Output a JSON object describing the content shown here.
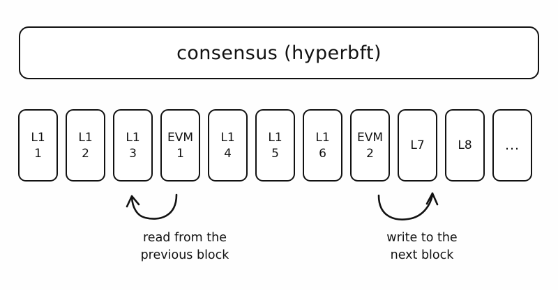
{
  "diagram": {
    "consensus": {
      "title": "consensus (hyperbft)"
    },
    "blocks": [
      {
        "label": "L1",
        "index": "1"
      },
      {
        "label": "L1",
        "index": "2"
      },
      {
        "label": "L1",
        "index": "3"
      },
      {
        "label": "EVM",
        "index": "1"
      },
      {
        "label": "L1",
        "index": "4"
      },
      {
        "label": "L1",
        "index": "5"
      },
      {
        "label": "L1",
        "index": "6"
      },
      {
        "label": "EVM",
        "index": "2"
      },
      {
        "label": "L7",
        "index": ""
      },
      {
        "label": "L8",
        "index": ""
      },
      {
        "label": "...",
        "index": ""
      }
    ],
    "annotations": [
      {
        "id": "read",
        "arrow": "curved-arrow-up-left",
        "line1": "read from the",
        "line2": "previous block"
      },
      {
        "id": "write",
        "arrow": "curved-arrow-up-right",
        "line1": "write to the",
        "line2": "next block"
      }
    ],
    "colors": {
      "stroke": "#111111",
      "background": "#fefefe",
      "fill": "#ffffff"
    }
  }
}
